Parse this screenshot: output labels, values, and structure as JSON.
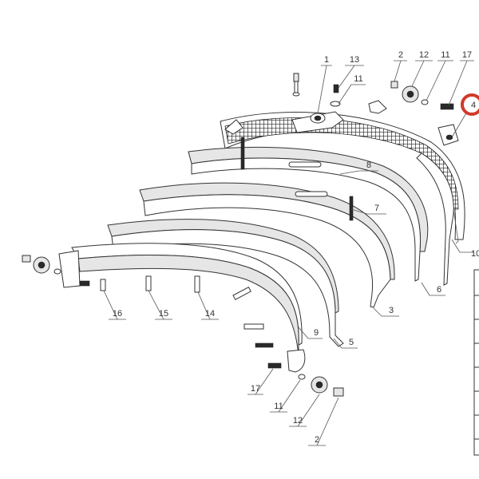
{
  "callouts": {
    "c1": "1",
    "c13": "13",
    "c11_top": "11",
    "c2_top": "2",
    "c12_top": "12",
    "c11_top_right": "11",
    "c17_top": "17",
    "c4": "4",
    "c10": "10",
    "c8": "8",
    "c7": "7",
    "c6": "6",
    "c3": "3",
    "c5": "5",
    "c9": "9",
    "c16": "16",
    "c15": "15",
    "c14": "14",
    "c17_bottom": "17",
    "c11_bottom": "11",
    "c12_bottom": "12",
    "c2_bottom": "2"
  },
  "highlight": {
    "label_ref": "c4",
    "color": "#d03a2a"
  },
  "colors": {
    "line": "#333333",
    "mesh": "#2a2a2a",
    "table_border": "#333333"
  }
}
